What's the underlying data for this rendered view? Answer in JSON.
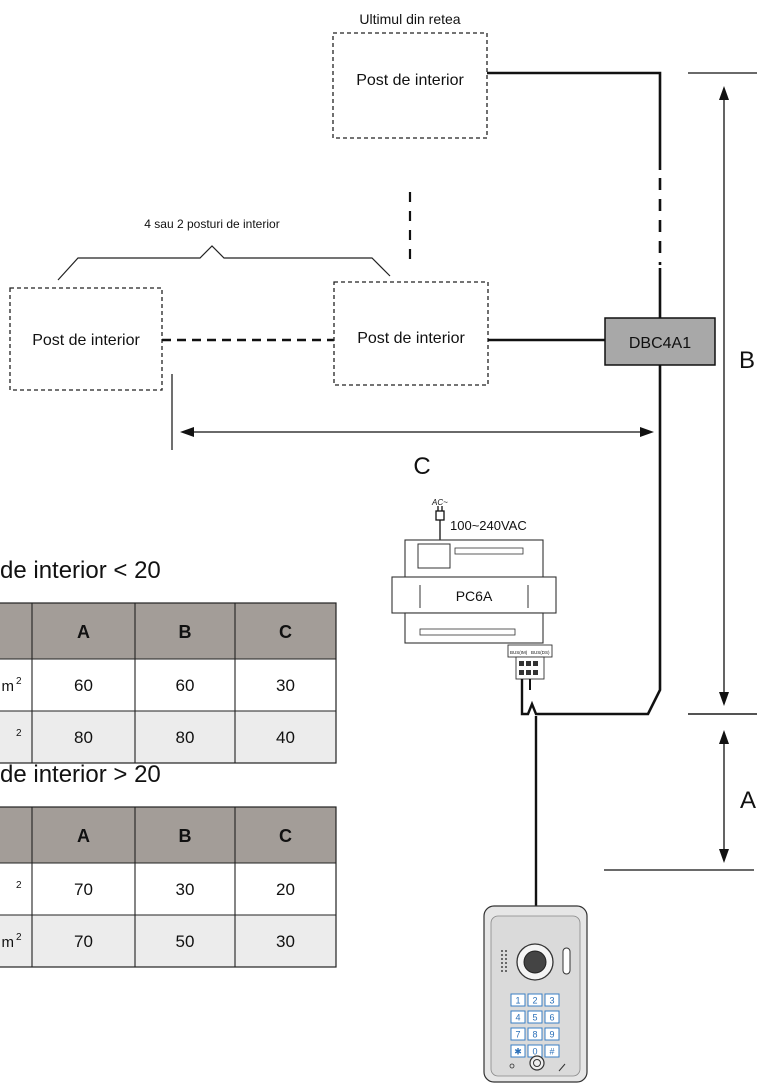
{
  "labels": {
    "last_in_network": "Ultimul din retea",
    "indoor_post": "Post de interior",
    "group_note": "4 sau 2 posturi de interior",
    "distributor": "DBC4A1",
    "dim_b": "B",
    "dim_c": "C",
    "dim_a": "A",
    "ac_symbol": "AC~",
    "voltage": "100~240VAC",
    "power_supply": "PC6A",
    "bus_terminal_1": "BUS(IM)",
    "bus_terminal_2": "BUS(DS)"
  },
  "tables": [
    {
      "heading": "de interior < 20",
      "columns": [
        "",
        "A",
        "B",
        "C"
      ],
      "rows": [
        {
          "cable": "m",
          "sup": "2",
          "a": "60",
          "b": "60",
          "c": "30"
        },
        {
          "cable": "",
          "sup": "2",
          "a": "80",
          "b": "80",
          "c": "40"
        }
      ]
    },
    {
      "heading": "de interior > 20",
      "columns": [
        "",
        "A",
        "B",
        "C"
      ],
      "rows": [
        {
          "cable": "",
          "sup": "2",
          "a": "70",
          "b": "30",
          "c": "20"
        },
        {
          "cable": "m",
          "sup": "2",
          "a": "70",
          "b": "50",
          "c": "30"
        }
      ]
    }
  ],
  "keypad": {
    "keys": [
      "1",
      "2",
      "3",
      "4",
      "5",
      "6",
      "7",
      "8",
      "9",
      "✱",
      "0",
      "#"
    ]
  },
  "colors": {
    "table_header": "#a39d98",
    "table_alt_row": "#ececec",
    "distributor_fill": "#a8a8a8",
    "key_accent": "#2a6fb8"
  }
}
